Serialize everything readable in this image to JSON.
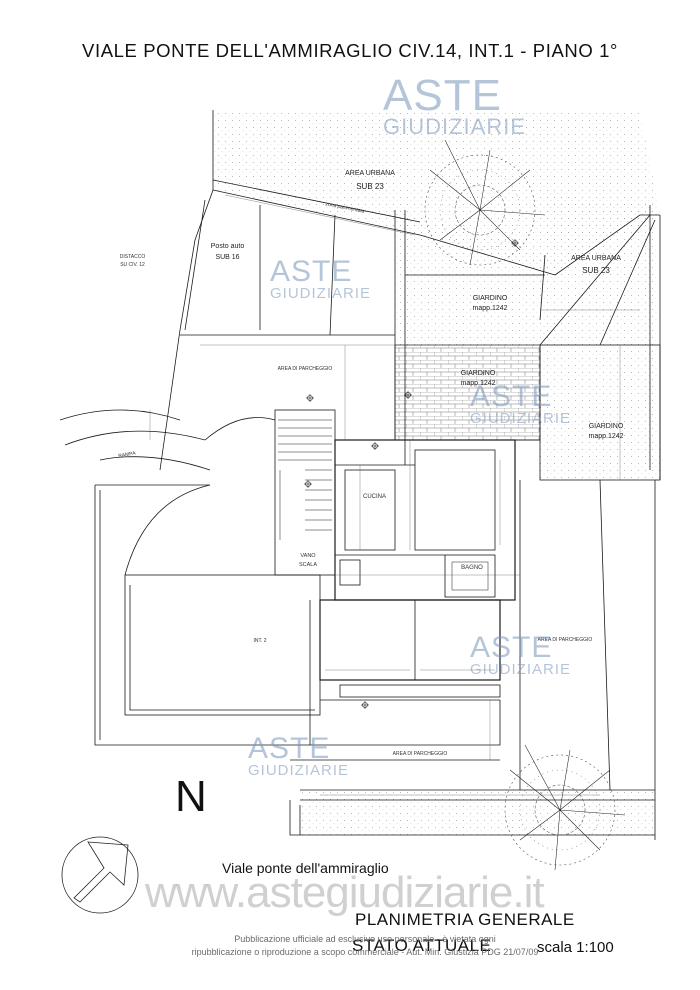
{
  "header": {
    "title": "VIALE PONTE DELL'AMMIRAGLIO CIV.14, INT.1 - PIANO 1°"
  },
  "plan": {
    "labels": {
      "area_urbana_1": "AREA URBANA",
      "sub_23_1": "SUB 23",
      "area_urbana_2": "AREA URBANA",
      "sub_23_2": "SUB 23",
      "posto_auto": "Posto auto",
      "sub_16": "SUB 16",
      "giardino_1": "GIARDINO",
      "mapp_1": "mapp.1242",
      "giardino_2": "GIARDINO",
      "mapp_2": "mapp.1242",
      "giardino_3": "GIARDINO",
      "mapp_3": "mapp.1242",
      "area_parcheggio_1": "AREA DI PARCHEGGIO",
      "area_parcheggio_2": "AREA DI PARCHEGGIO",
      "area_parcheggio_3": "AREA DI PARCHEGGIO",
      "cucina": "CUCINA",
      "bagno": "BAGNO",
      "vano_scala_1": "VANO",
      "vano_scala_2": "SCALA",
      "int_2": "INT. 2",
      "distacco_1": "DISTACCO",
      "distacco_2": "SU CIV. 12",
      "rampa": "RAMPA",
      "zona_pavimentata": "zona pavimentata"
    },
    "north_label": "N"
  },
  "watermark": {
    "brand_top": "ASTE",
    "brand_bottom": "GIUDIZIARIE",
    "site": "www.astegiudiziarie.it"
  },
  "footer": {
    "street": "Viale ponte dell'ammiraglio",
    "plan_title": "PLANIMETRIA GENERALE",
    "plan_subtitle": "STATO ATTUALE",
    "scale": "scala 1:100",
    "publication_line1": "Pubblicazione ufficiale ad esclusivo uso personale - è vietata ogni",
    "publication_line2": "ripubblicazione o riproduzione a scopo commerciale - Aut. Min. Giustizia PDG 21/07/09"
  },
  "colors": {
    "line": "#1a1a1a",
    "hatch": "#8a8a8a",
    "watermark": "#7896b9"
  }
}
